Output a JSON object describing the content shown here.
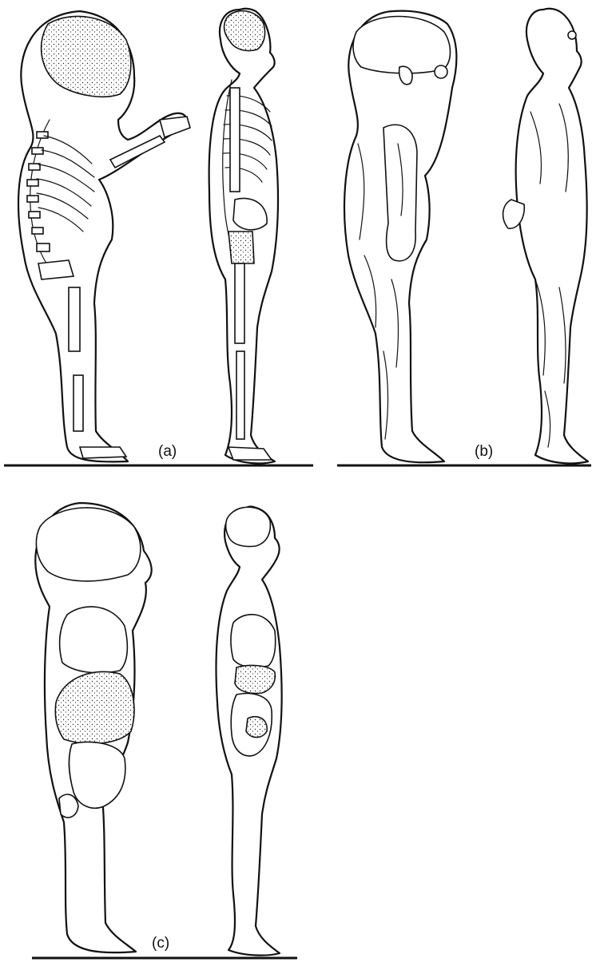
{
  "panels": {
    "a": {
      "label": "(a)"
    },
    "b": {
      "label": "(b)"
    },
    "c": {
      "label": "(c)"
    }
  },
  "colors": {
    "ink": "#111111",
    "background": "#ffffff"
  }
}
